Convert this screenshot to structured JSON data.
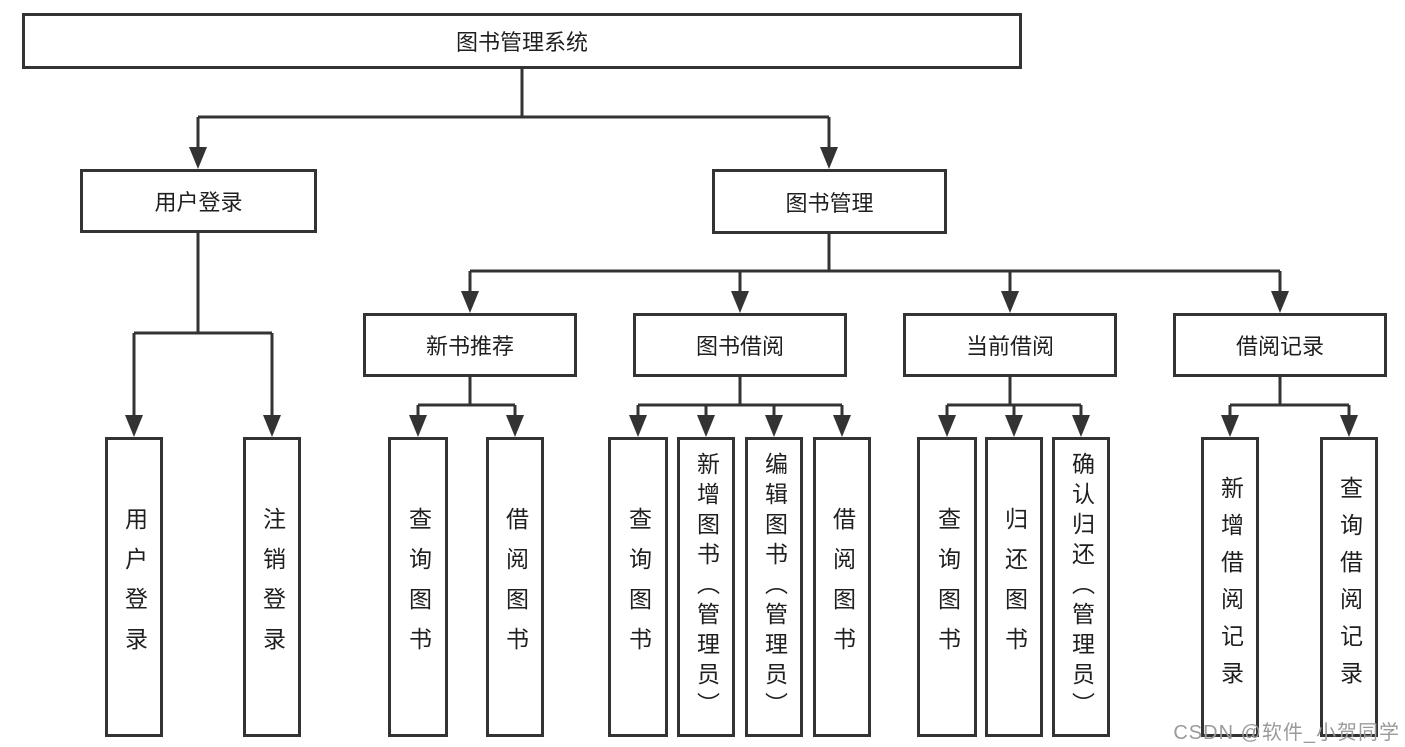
{
  "diagram": {
    "root": {
      "label": "图书管理系统"
    },
    "branches": [
      {
        "label": "用户登录",
        "children": [
          {
            "label": "用户登录"
          },
          {
            "label": "注销登录"
          }
        ]
      },
      {
        "label": "图书管理",
        "children": [
          {
            "label": "新书推荐",
            "children": [
              {
                "label": "查询图书"
              },
              {
                "label": "借阅图书"
              }
            ]
          },
          {
            "label": "图书借阅",
            "children": [
              {
                "label": "查询图书"
              },
              {
                "label": "新增图书（管理员）"
              },
              {
                "label": "编辑图书（管理员）"
              },
              {
                "label": "借阅图书"
              }
            ]
          },
          {
            "label": "当前借阅",
            "children": [
              {
                "label": "查询图书"
              },
              {
                "label": "归还图书"
              },
              {
                "label": "确认归还（管理员）"
              }
            ]
          },
          {
            "label": "借阅记录",
            "children": [
              {
                "label": "新增借阅记录"
              },
              {
                "label": "查询借阅记录"
              }
            ]
          }
        ]
      }
    ]
  },
  "watermark": {
    "text": "CSDN @软件_小贺同学"
  },
  "colors": {
    "line": "#333333",
    "box_border": "#333333",
    "text": "#1f1f1f",
    "background": "#ffffff",
    "watermark": "#9b9b9b"
  }
}
